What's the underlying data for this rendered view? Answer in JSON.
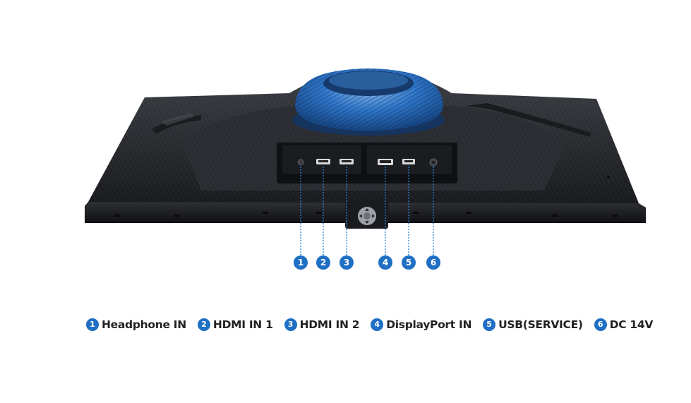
{
  "ports": [
    {
      "number": "1",
      "label": "Headphone IN"
    },
    {
      "number": "2",
      "label": "HDMI IN 1"
    },
    {
      "number": "3",
      "label": "HDMI IN 2"
    },
    {
      "number": "4",
      "label": "DisplayPort IN"
    },
    {
      "number": "5",
      "label": "USB(SERVICE)"
    },
    {
      "number": "6",
      "label": "DC 14V"
    }
  ],
  "colors": {
    "accent_blue": "#1f6fc4",
    "stand_blue": "#2a6fc2",
    "monitor_body": "#2b2d31"
  }
}
